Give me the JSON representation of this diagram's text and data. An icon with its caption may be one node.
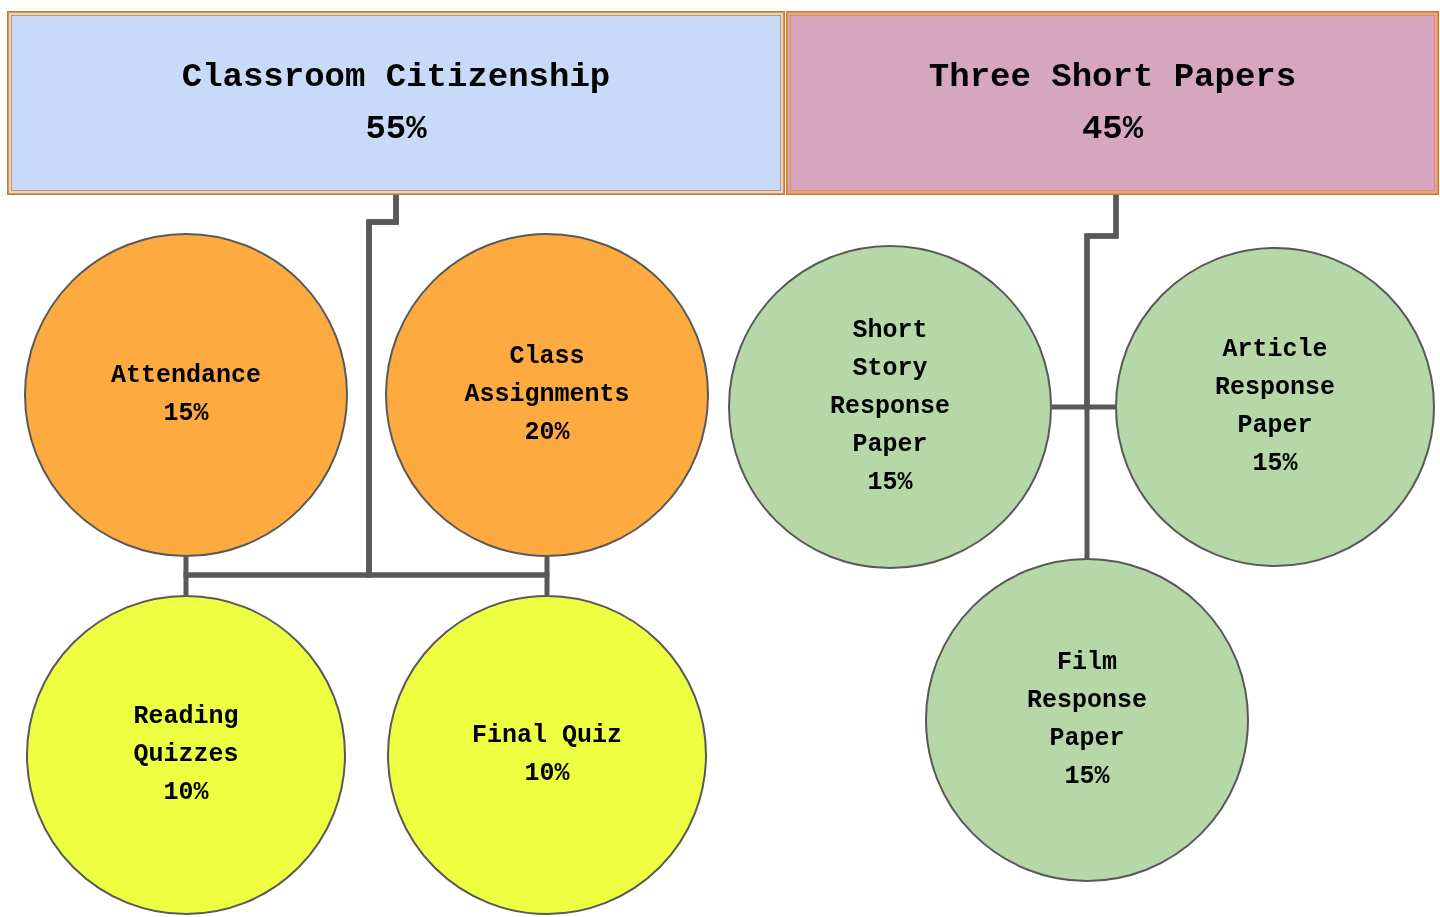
{
  "diagram": {
    "nodes": [
      {
        "text": [
          "Classroom Citizenship",
          "55%"
        ]
      },
      {
        "text": [
          "Three Short Papers",
          "45%"
        ]
      },
      {
        "text": [
          "Attendance",
          "15%"
        ]
      },
      {
        "text": [
          "Class Assignments",
          "20%"
        ]
      },
      {
        "text": [
          "Reading Quizzes",
          "10%"
        ]
      },
      {
        "text": [
          "Final Quiz",
          "10%"
        ]
      },
      {
        "text": [
          "Short Story Response Paper",
          "15%"
        ]
      },
      {
        "text": [
          "Article Response Paper",
          "15%"
        ]
      },
      {
        "text": [
          "Film Response Paper",
          "15%"
        ]
      }
    ],
    "edges": [
      {
        "from": 0,
        "to": 2,
        "arrow": "none"
      },
      {
        "from": 0,
        "to": 3,
        "arrow": "none"
      },
      {
        "from": 0,
        "to": 4,
        "arrow": "none"
      },
      {
        "from": 0,
        "to": 5,
        "arrow": "none"
      },
      {
        "from": 1,
        "to": 6,
        "arrow": "none"
      },
      {
        "from": 1,
        "to": 7,
        "arrow": "none"
      },
      {
        "from": 1,
        "to": 8,
        "arrow": "none"
      }
    ]
  }
}
